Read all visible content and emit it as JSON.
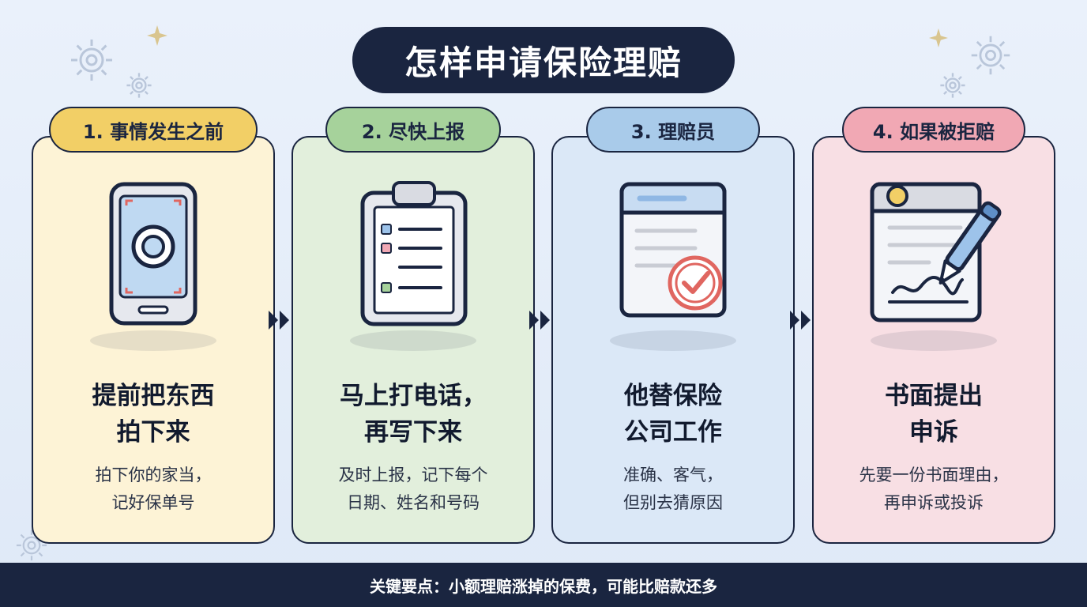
{
  "title": "怎样申请保险理赔",
  "steps": [
    {
      "badge": "1. 事情发生之前",
      "heading": "提前把东西\n拍下来",
      "desc": "拍下你的家当，\n记好保单号",
      "icon": "phone-camera-icon"
    },
    {
      "badge": "2. 尽快上报",
      "heading": "马上打电话，\n再写下来",
      "desc": "及时上报，记下每个\n日期、姓名和号码",
      "icon": "clipboard-checklist-icon"
    },
    {
      "badge": "3. 理赔员",
      "heading": "他替保险\n公司工作",
      "desc": "准确、客气，\n但别去猜原因",
      "icon": "document-check-icon"
    },
    {
      "badge": "4. 如果被拒赔",
      "heading": "书面提出\n申诉",
      "desc": "先要一份书面理由，\n再申诉或投诉",
      "icon": "document-pen-icon"
    }
  ],
  "footer": "关键要点：小额理赔涨掉的保费，可能比赔款还多",
  "colors": {
    "navy": "#1a2540",
    "card1_bg": "#fdf3d6",
    "card1_badge": "#f2cf66",
    "card2_bg": "#e2efdc",
    "card2_badge": "#a6d29b",
    "card3_bg": "#dbe8f7",
    "card3_badge": "#a9cbea",
    "card4_bg": "#f8dfe4",
    "card4_badge": "#f1a8b4",
    "accent_red": "#e06660"
  }
}
